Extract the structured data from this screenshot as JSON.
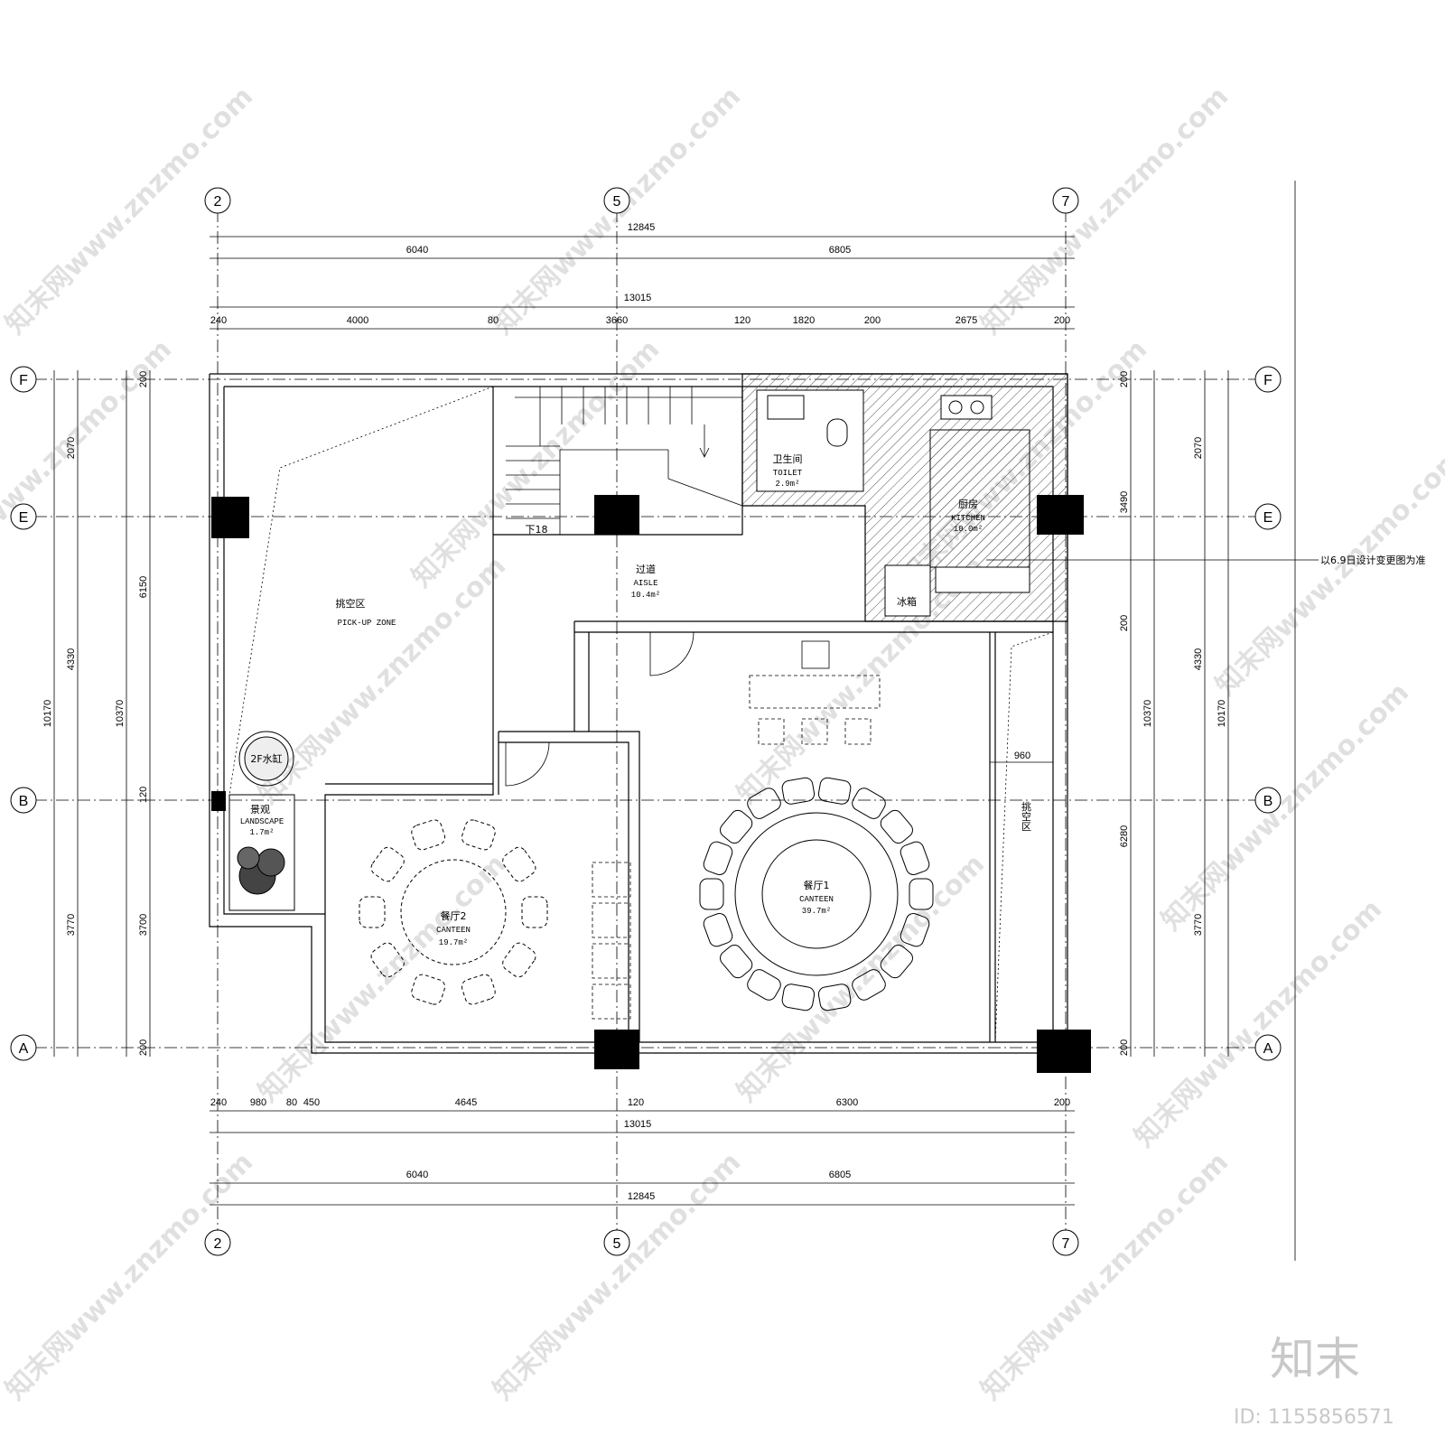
{
  "axes": {
    "top": [
      "2",
      "5",
      "7"
    ],
    "bottom": [
      "2",
      "5",
      "7"
    ],
    "left": [
      "F",
      "E",
      "B",
      "A"
    ],
    "right": [
      "F",
      "E",
      "B",
      "A"
    ]
  },
  "dims": {
    "top_total": "12845",
    "top_a": "6040",
    "top_b": "6805",
    "top_total2": "13015",
    "top_parts": [
      "240",
      "4000",
      "80",
      "3660",
      "120",
      "1820",
      "200",
      "2675",
      "200"
    ],
    "bottom_parts": [
      "240",
      "980",
      "80",
      "450",
      "4645",
      "120",
      "6300",
      "200"
    ],
    "bottom_total2": "13015",
    "bottom_a": "6040",
    "bottom_b": "6805",
    "bottom_total": "12845",
    "left_outer": "10170",
    "left_inner": "10370",
    "left_parts": [
      "2070",
      "4330",
      "3770"
    ],
    "left_mid_parts": [
      "6150",
      "3700"
    ],
    "left_small": [
      "200",
      "120",
      "200"
    ],
    "right_outer": "10170",
    "right_inner": "10370",
    "right_parts": [
      "2070",
      "4330",
      "3770"
    ],
    "right_mid_parts": [
      "3490",
      "6280"
    ],
    "right_small": [
      "200",
      "200",
      "200"
    ],
    "corridor_width": "960"
  },
  "rooms": {
    "pickup_cn": "挑空区",
    "pickup_en": "PICK-UP ZONE",
    "aisle_cn": "过道",
    "aisle_en": "AISLE",
    "aisle_area": "10.4m²",
    "toilet_cn": "卫生间",
    "toilet_en": "TOILET",
    "toilet_area": "2.9m²",
    "kitchen_cn": "厨房",
    "kitchen_en": "KITCHEN",
    "kitchen_area": "10.0m²",
    "fridge": "冰箱",
    "stair_label": "下18",
    "landscape_cn": "景观",
    "landscape_en": "LANDSCAPE",
    "landscape_area": "1.7m²",
    "fishtank": "2F水缸",
    "canteen1_cn": "餐厅1",
    "canteen1_en": "CANTEEN",
    "canteen1_area": "39.7m²",
    "canteen2_cn": "餐厅2",
    "canteen2_en": "CANTEEN",
    "canteen2_area": "19.7m²",
    "void_right": "挑空区",
    "note": "以6.9日设计变更图为准"
  },
  "watermark": "知末网www.znzmo.com",
  "brand": {
    "logo": "知末",
    "id": "ID: 1155856571"
  }
}
